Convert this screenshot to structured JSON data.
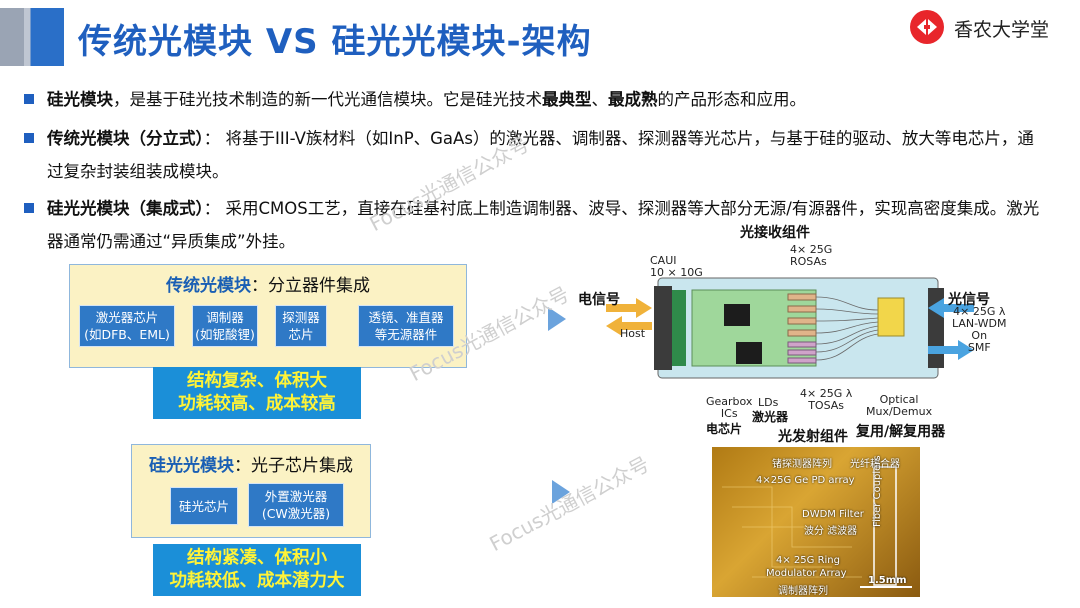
{
  "header": {
    "title": "传统光模块 VS 硅光光模块-架构",
    "logo_text": "香农大学堂"
  },
  "bullets": [
    {
      "parts": [
        {
          "t": "硅光模块",
          "b": true
        },
        {
          "t": "，是基于硅光技术制造的新一代光通信模块。它是硅光技术",
          "b": false
        },
        {
          "t": "最典型",
          "b": true
        },
        {
          "t": "、",
          "b": false
        },
        {
          "t": "最成熟",
          "b": true
        },
        {
          "t": "的产品形态和应用。",
          "b": false
        }
      ]
    },
    {
      "parts": [
        {
          "t": "传统光模块（分立式）",
          "b": true
        },
        {
          "t": "： 将基于III-V族材料（如InP、GaAs）的激光器、调制器、探测器等光芯片，与基于硅的驱动、放大等电芯片，通过复杂封装组装成模块。",
          "b": false
        }
      ]
    },
    {
      "parts": [
        {
          "t": "硅光光模块（集成式）",
          "b": true
        },
        {
          "t": "： 采用CMOS工艺，直接在硅基衬底上制造调制器、波导、探测器等大部分无源/有源器件，实现高密度集成。激光器通常仍需通过“异质集成”外挂。",
          "b": false
        }
      ]
    }
  ],
  "traditional": {
    "title_bold": "传统光模块",
    "title_rest": "：分立器件集成",
    "cells": [
      "激光器芯片\n(如DFB、EML)",
      "调制器\n(如铌酸锂)",
      "探测器\n芯片",
      "透镜、准直器\n等无源器件"
    ],
    "result": "结构复杂、体积大\n功耗较高、成本较高"
  },
  "silicon": {
    "title_bold": "硅光光模块",
    "title_rest": "：光子芯片集成",
    "cells": [
      "硅光芯片",
      "外置激光器\n(CW激光器)"
    ],
    "result": "结构紧凑、体积小\n功耗较低、成本潜力大"
  },
  "diagram": {
    "rx_group": "光接收组件",
    "caui": "CAUI\n10 × 10G",
    "rosa": "4× 25G\nROSAs",
    "electric_signal": "电信号",
    "host": "Host",
    "optical_signal": "光信号",
    "lan_wdm": "4× 25G λ\nLAN-WDM\nOn\nSMF",
    "gearbox": "Gearbox\nICs",
    "electric_chip": "电芯片",
    "lds": "LDs",
    "laser": "激光器",
    "tosa": "4× 25G λ\nTOSAs",
    "tx_group": "光发射组件",
    "mux": "Optical\nMux/Demux",
    "mux_cn": "复用/解复用器"
  },
  "chip": {
    "detector_array": "锗探测器阵列",
    "coupler": "光纤耦合器",
    "ge_pd": "4×25G Ge PD array",
    "dwdm": "DWDM Filter",
    "filter_cn": "波分 滤波器",
    "ring": "4× 25G Ring",
    "modulator_array": "Modulator Array",
    "modulator_cn": "调制器阵列",
    "fiber_couplers": "Fiber Couplers",
    "scale": "1.5mm"
  },
  "watermark": "Focus光通信公众号",
  "colors": {
    "accent": "#1f5fbf",
    "result_bg": "#1b8fd8",
    "result_text": "#fff337",
    "box_bg": "#fbf2c4",
    "cell_bg": "#2f79c6"
  }
}
